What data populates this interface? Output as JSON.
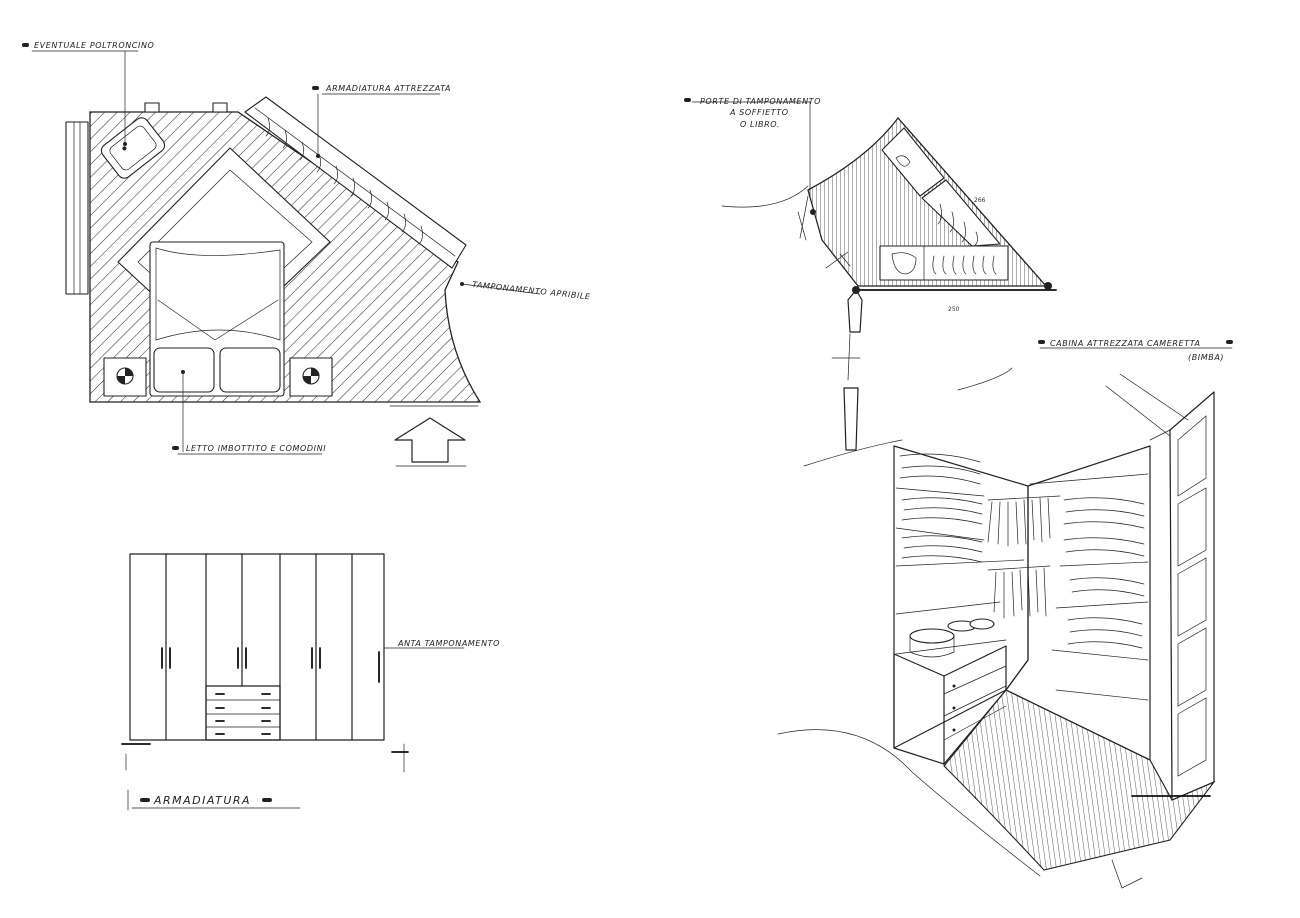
{
  "labels": {
    "armchair": "EVENTUALE POLTRONCINO",
    "equipped_wardrobe": "ARMADIATURA ATTREZZATA",
    "openable_panel": "TAMPONAMENTO APRIBILE",
    "bed_nightstands": "LETTO IMBOTTITO E COMODINI",
    "folding_door": [
      "PORTE DI TAMPONAMENTO",
      "A SOFFIETTO",
      "O LIBRO."
    ],
    "walk_in_closet": "CABINA ATTREZZATA CAMERETTA",
    "walk_in_closet_sub": "(BIMBA)",
    "end_panel": "ANTA TAMPONAMENTO",
    "wardrobe_title": "ARMADIATURA"
  },
  "dimensions": {
    "closet_side": "266",
    "closet_width": "250"
  },
  "colors": {
    "ink": "#222222",
    "paper": "#ffffff"
  }
}
